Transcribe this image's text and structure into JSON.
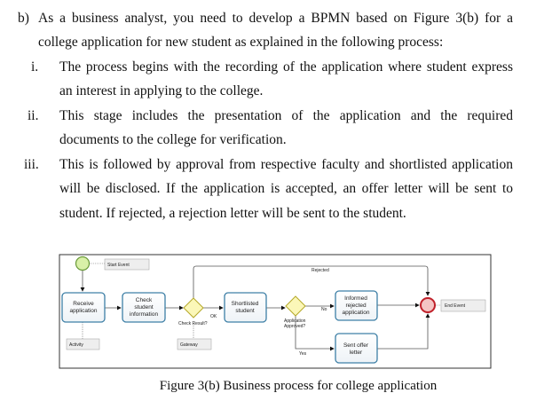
{
  "question": {
    "marker": "b)",
    "intro_lines": [
      "As a business analyst, you need to develop a BPMN based on Figure 3(b) for a",
      "college application for new student as explained in the following process:"
    ],
    "items": [
      {
        "marker": "i.",
        "lines": [
          "The process begins with the recording of the application where student express",
          "an interest in applying to the college."
        ]
      },
      {
        "marker": "ii.",
        "lines": [
          "This stage includes the presentation of the application and the required",
          "documents to the college for verification."
        ]
      },
      {
        "marker": "iii.",
        "lines": [
          "This is followed by approval from respective faculty and shortlisted application",
          "will be disclosed. If the application is accepted, an offer letter will be sent to",
          "student. If rejected, a rejection letter will be sent to the student."
        ]
      }
    ]
  },
  "diagram": {
    "start_event_label": "Start Event",
    "end_event_label": "End Event",
    "activity_label": "Activity",
    "gateway_label": "Gateway",
    "tasks": {
      "receive": [
        "Receive",
        "application"
      ],
      "check": [
        "Check",
        "student",
        "information"
      ],
      "shortlisted": [
        "Shortlisted",
        "student"
      ],
      "informed": [
        "Informed",
        "rejected",
        "application"
      ],
      "offer": [
        "Sent offer",
        "letter"
      ]
    },
    "gateway1_label": "Check Result?",
    "gateway2_label": [
      "Application",
      "Approved?"
    ],
    "flow_labels": {
      "ok": "OK",
      "rejected": "Rejected",
      "no": "No",
      "yes": "Yes"
    },
    "colors": {
      "task_border": "#3d7fa6",
      "start_fill": "#d9f0a8",
      "end_fill": "#f4c4c4",
      "end_border": "#c0202a",
      "gateway_fill": "#fbf7b8"
    }
  },
  "caption": "Figure 3(b) Business process for college application"
}
